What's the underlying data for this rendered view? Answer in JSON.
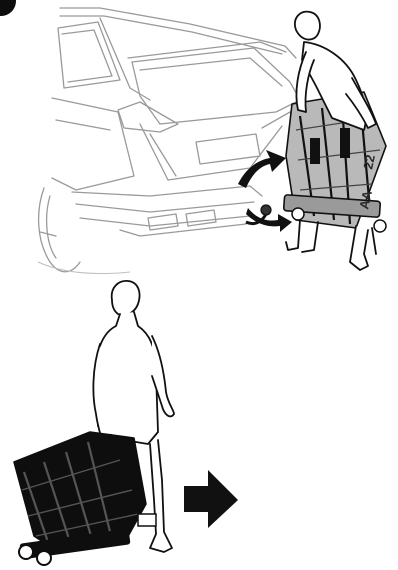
{
  "panels": [
    {
      "name": "carrier-at-tow-bar",
      "carrier_markings": [
        "AA",
        "22"
      ]
    },
    {
      "name": "carrying-carrier-away"
    }
  ],
  "colors": {
    "outline": "#111111",
    "car_line": "#9a9a9a",
    "carrier_light": "#b9b9b9",
    "carrier_dark": "#0e0e0e",
    "arrow": "#111111",
    "background": "#ffffff"
  },
  "icons": {
    "step_marker": "black-circle",
    "direction": "right-arrow",
    "mount_motion": "curved-arrow"
  }
}
